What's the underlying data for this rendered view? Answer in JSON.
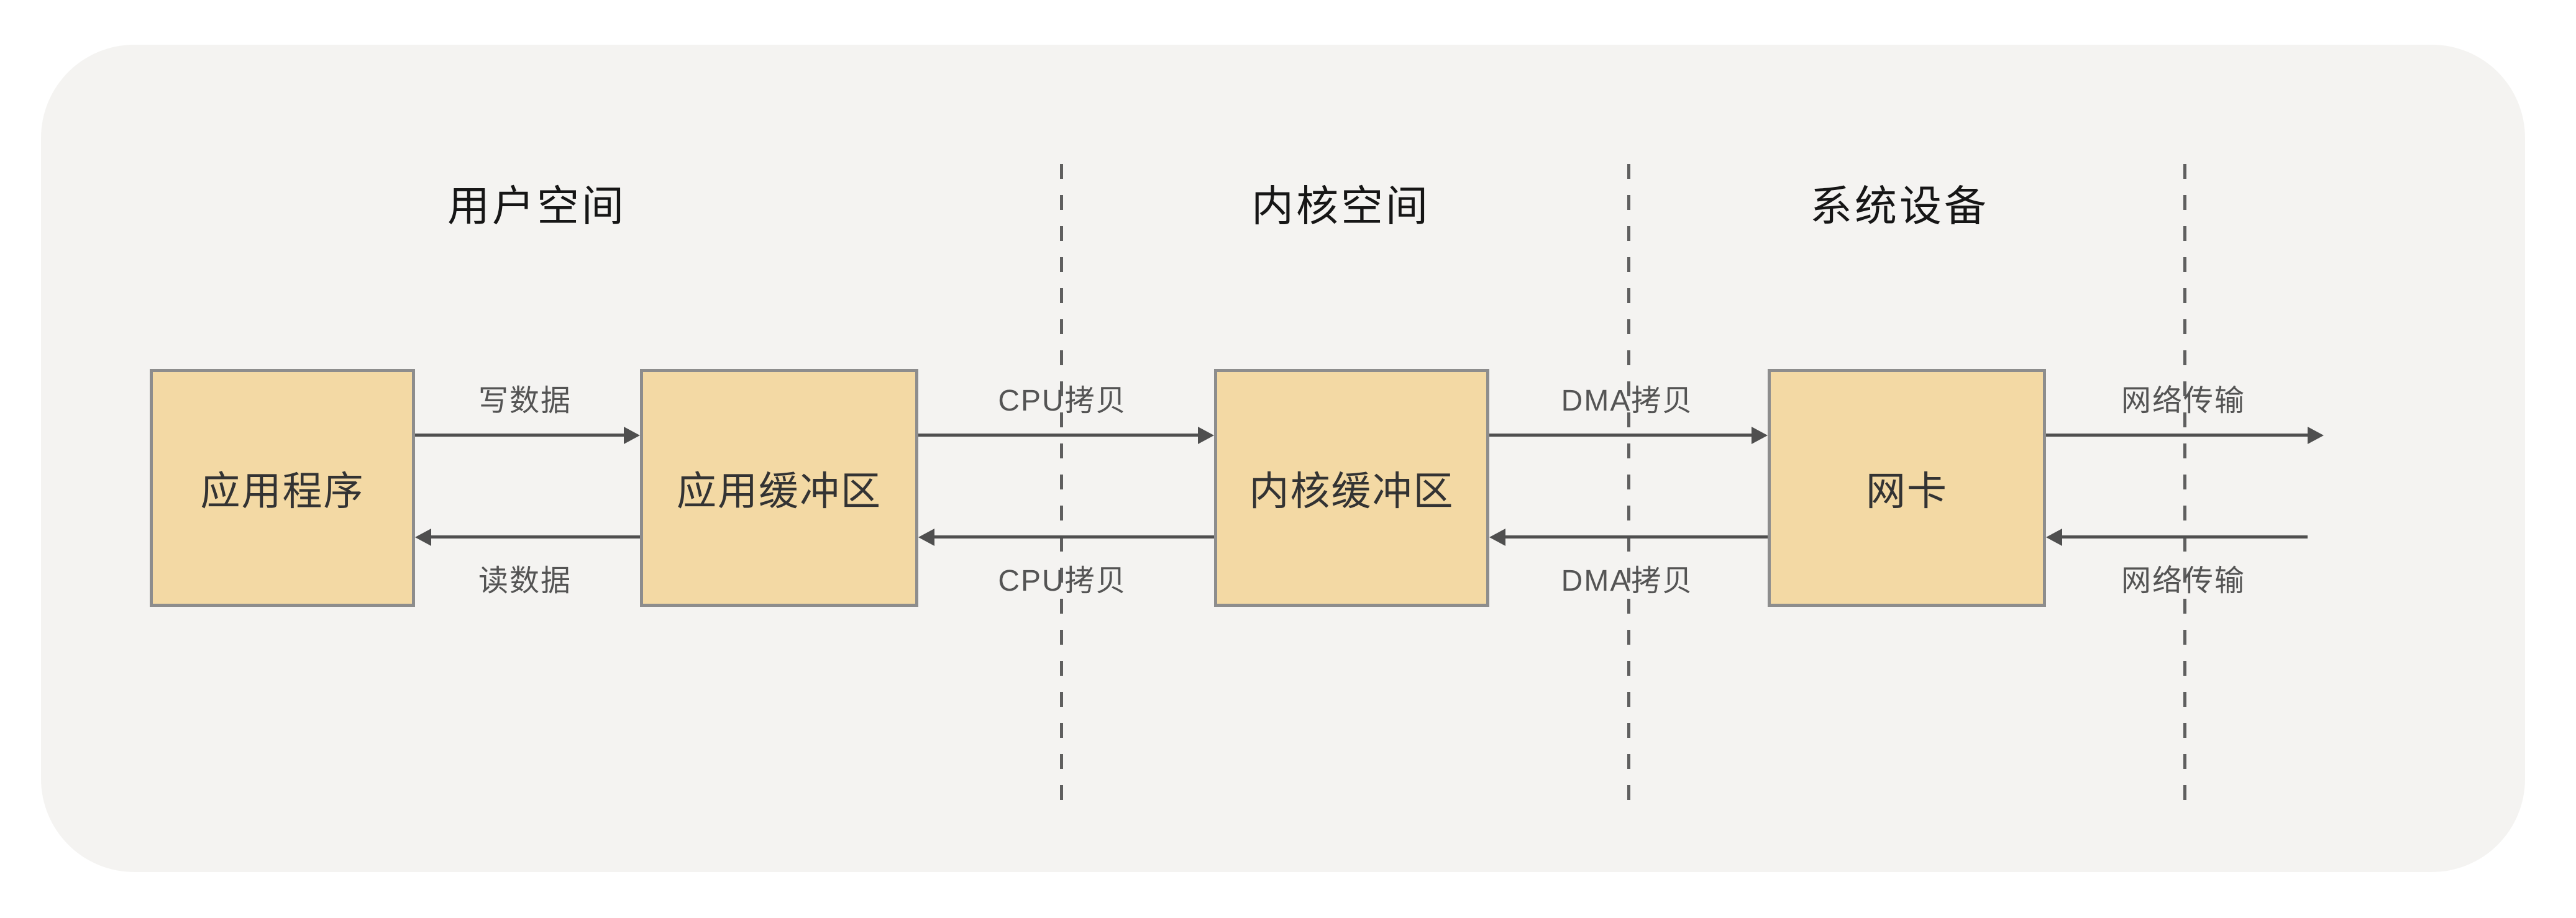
{
  "diagram": {
    "title": "zero-copy data flow diagram",
    "sections": [
      {
        "label": "用户空间"
      },
      {
        "label": "内核空间"
      },
      {
        "label": "系统设备"
      }
    ],
    "boxes": [
      {
        "label": "应用程序"
      },
      {
        "label": "应用缓冲区"
      },
      {
        "label": "内核缓冲区"
      },
      {
        "label": "网卡"
      }
    ],
    "flows_top": [
      {
        "label": "写数据",
        "direction": "right",
        "from": "应用程序",
        "to": "应用缓冲区"
      },
      {
        "label": "CPU拷贝",
        "direction": "right",
        "from": "应用缓冲区",
        "to": "内核缓冲区"
      },
      {
        "label": "DMA拷贝",
        "direction": "right",
        "from": "内核缓冲区",
        "to": "网卡"
      },
      {
        "label": "网络传输",
        "direction": "right",
        "from": "网卡",
        "to": "网络"
      }
    ],
    "flows_bottom": [
      {
        "label": "读数据",
        "direction": "left",
        "from": "应用缓冲区",
        "to": "应用程序"
      },
      {
        "label": "CPU拷贝",
        "direction": "left",
        "from": "内核缓冲区",
        "to": "应用缓冲区"
      },
      {
        "label": "DMA拷贝",
        "direction": "left",
        "from": "网卡",
        "to": "内核缓冲区"
      },
      {
        "label": "网络传输",
        "direction": "left",
        "from": "网络",
        "to": "网卡"
      }
    ],
    "colors": {
      "page_background": "#ffffff",
      "card_background": "#f4f3f1",
      "box_fill": "#f3d9a4",
      "box_border": "#8d8d8d",
      "arrow": "#4f4f4f",
      "dashed_line": "#5f5f5f",
      "section_text": "#161616",
      "box_text": "#333333",
      "arrow_label_text": "#545454"
    }
  }
}
